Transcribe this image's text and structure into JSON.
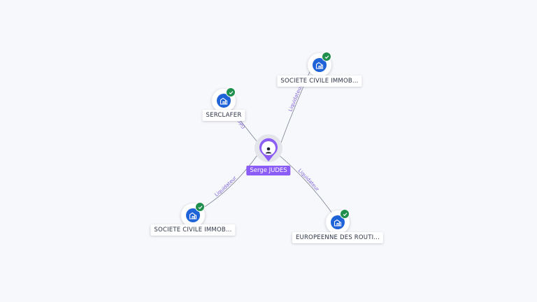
{
  "center": {
    "name": "Serge JUDES",
    "icon": "person-icon",
    "color": "#8b5cf6"
  },
  "companies": [
    {
      "key": "serclafer",
      "name": "SERCLAFER",
      "icon": "company-building-icon",
      "verified": true,
      "relation": "Gérant"
    },
    {
      "key": "sci-top",
      "name": "SOCIETE CIVILE IMMOB...",
      "icon": "company-building-icon",
      "verified": true,
      "relation": "Liquidateur"
    },
    {
      "key": "sci-bottom",
      "name": "SOCIETE CIVILE IMMOB...",
      "icon": "company-building-icon",
      "verified": true,
      "relation": "Liquidateur"
    },
    {
      "key": "europeenne",
      "name": "EUROPEENNE DES ROUTI...",
      "icon": "company-building-icon",
      "verified": true,
      "relation": "Liquidateur"
    }
  ],
  "colors": {
    "company": "#1f63d8",
    "verified": "#1f8f4e",
    "edge_label": "#7a5fd8"
  }
}
